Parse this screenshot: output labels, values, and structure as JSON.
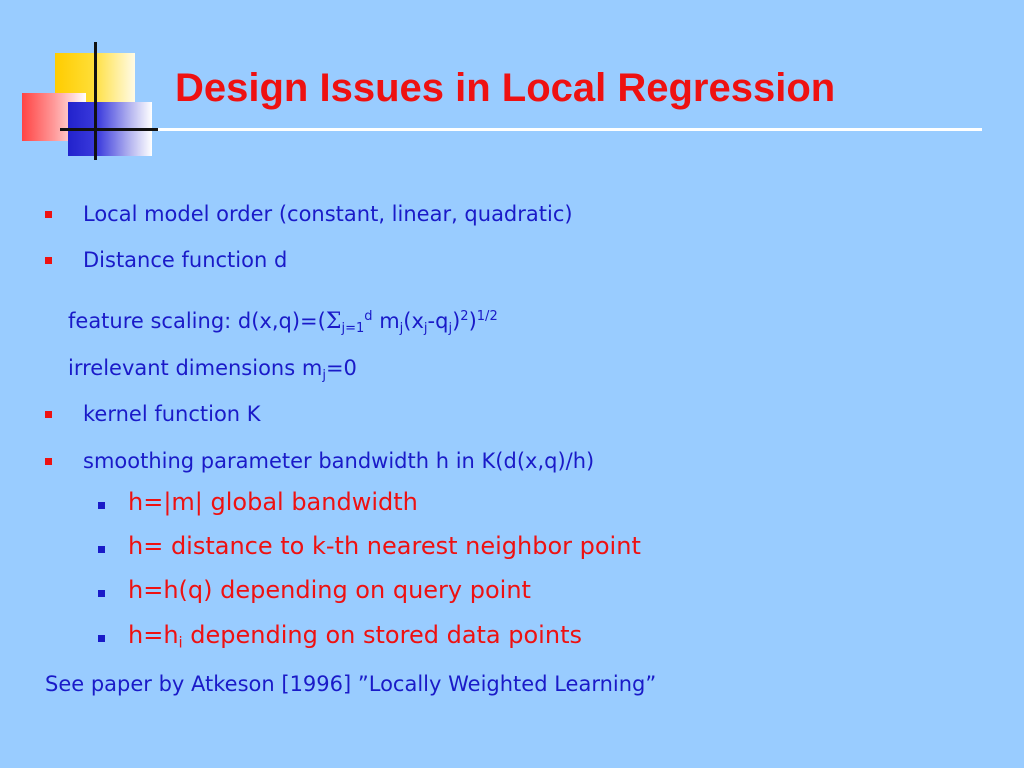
{
  "slide": {
    "title": "Design Issues in Local Regression",
    "bullets": [
      "Local model order (constant, linear, quadratic)",
      "Distance function d"
    ],
    "feature_scaling": {
      "prefix": "feature scaling: d(x,q)=(",
      "sigma": "Σ",
      "sigma_sub": "j=1",
      "sigma_sup": "d",
      "m": " m",
      "m_sub": "j",
      "x_part": "(x",
      "x_sub": "j",
      "q_part": "-q",
      "q_sub": "j",
      "square": ")",
      "square_sup": "2",
      "close": ")",
      "root_sup": "1/2"
    },
    "irrelevant": {
      "text": "irrelevant dimensions m",
      "sub": "j",
      "suffix": "=0"
    },
    "bullets2": [
      "kernel function K",
      "smoothing parameter bandwidth h in K(d(x,q)/h)"
    ],
    "sub_bullets": [
      "h=|m| global bandwidth",
      "h= distance to k-th nearest neighbor point",
      "h=h(q) depending on query point"
    ],
    "last_sub_bullet": {
      "prefix": "h=h",
      "sub": "i",
      "suffix": " depending on stored data points"
    },
    "reference": "See paper by Atkeson [1996]  ”Locally Weighted Learning”"
  },
  "colors": {
    "background": "#99ccff",
    "title": "#ee1111",
    "text_blue": "#1a1ac8",
    "text_red": "#ee1111"
  }
}
